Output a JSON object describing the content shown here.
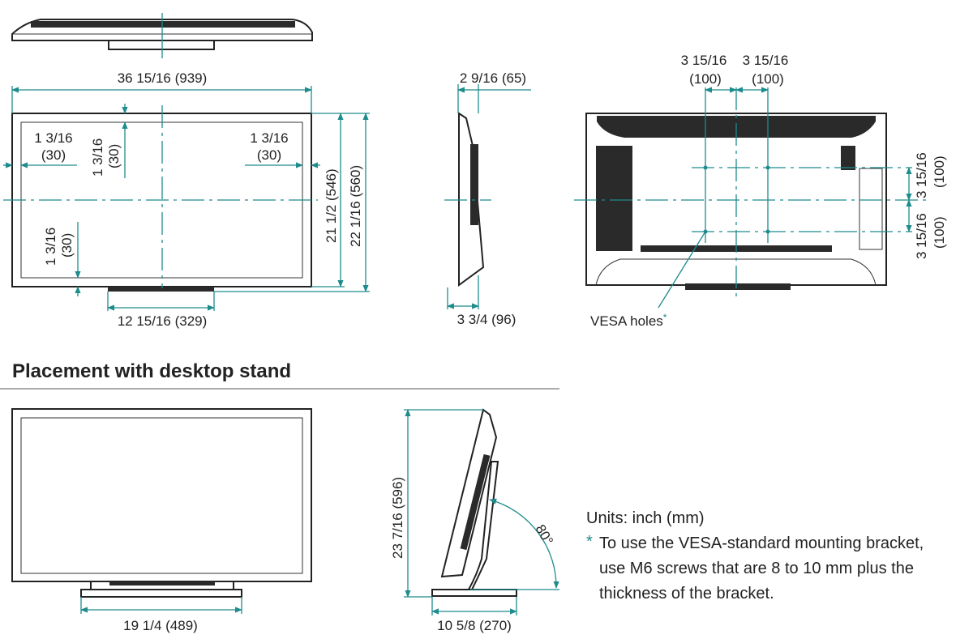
{
  "colors": {
    "dimension_line": "#1e8b8d",
    "outline": "#222222"
  },
  "top_view": {},
  "front_view": {
    "width_label": "36 15/16 (939)",
    "bezel_left_label_1": "1 3/16",
    "bezel_left_label_2": "(30)",
    "bezel_top_label_1": "1 3/16",
    "bezel_top_label_2": "(30)",
    "bezel_right_label_1": "1 3/16",
    "bezel_right_label_2": "(30)",
    "bezel_bottom_label_1": "1 3/16",
    "bezel_bottom_label_2": "(30)",
    "height_screen_label": "21 1/2 (546)",
    "height_total_label": "22 1/16 (560)",
    "stand_width_label": "12 15/16 (329)"
  },
  "side_view": {
    "depth_top_label": "2 9/16 (65)",
    "depth_bottom_label": "3 3/4 (96)"
  },
  "back_view": {
    "vesa_h_left_1": "3 15/16",
    "vesa_h_left_2": "(100)",
    "vesa_h_right_1": "3 15/16",
    "vesa_h_right_2": "(100)",
    "vesa_v_top_1": "3 15/16",
    "vesa_v_top_2": "(100)",
    "vesa_v_bottom_1": "3 15/16",
    "vesa_v_bottom_2": "(100)",
    "vesa_holes_label": "VESA holes",
    "asterisk": "*"
  },
  "section_heading": "Placement with desktop stand",
  "stand_front": {
    "stand_width_label": "19 1/4 (489)"
  },
  "stand_side": {
    "height_label": "23 7/16 (596)",
    "depth_label": "10 5/8 (270)",
    "angle_label": "80°"
  },
  "notes": {
    "units": "Units: inch (mm)",
    "asterisk": "*",
    "line1": "To use the VESA-standard mounting bracket,",
    "line2": "use M6 screws that are 8 to 10 mm plus the",
    "line3": "thickness of the bracket."
  }
}
